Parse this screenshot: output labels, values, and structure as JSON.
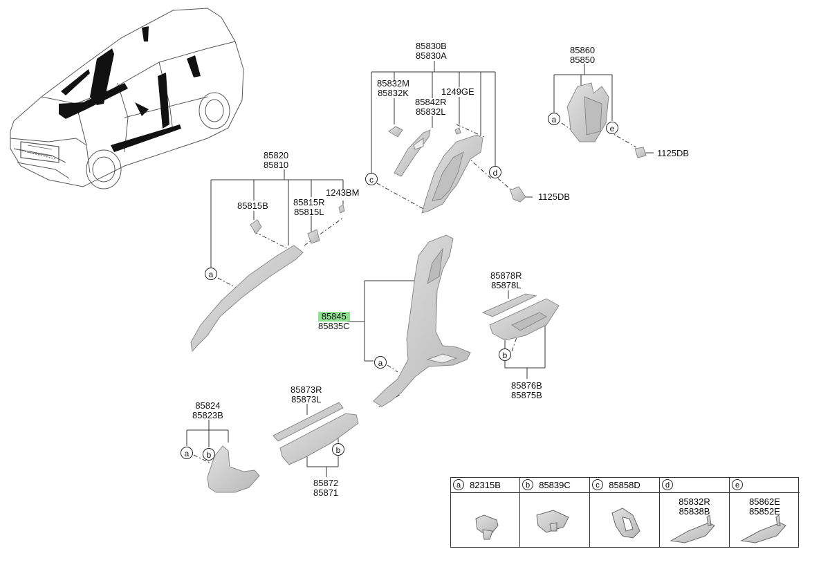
{
  "diagram": {
    "part_labels": {
      "p85830": [
        "85830B",
        "85830A"
      ],
      "p85832": [
        "85832M",
        "85832K"
      ],
      "p85842": [
        "85842R",
        "85832L"
      ],
      "p1249GE": "1249GE",
      "p85860": [
        "85860",
        "85850"
      ],
      "p1125DB_a": "1125DB",
      "p1125DB_b": "1125DB",
      "p85820": [
        "85820",
        "85810"
      ],
      "p85815B": "85815B",
      "p85815R": [
        "85815R",
        "85815L"
      ],
      "p1243BM": "1243BM",
      "p85845": "85845",
      "p85835C": "85835C",
      "p85878": [
        "85878R",
        "85878L"
      ],
      "p85876": [
        "85876B",
        "85875B"
      ],
      "p85873": [
        "85873R",
        "85873L"
      ],
      "p85824": [
        "85824",
        "85823B"
      ],
      "p85872": [
        "85872",
        "85871"
      ]
    },
    "callouts": {
      "c_a1": "a",
      "c_a2": "a",
      "c_a3": "a",
      "c_a4": "a",
      "c_b1": "b",
      "c_b2": "b",
      "c_b3": "b",
      "c_c1": "c",
      "c_d1": "d",
      "c_e1": "e"
    },
    "legend": [
      {
        "key": "a",
        "part": "82315B"
      },
      {
        "key": "b",
        "part": "85839C"
      },
      {
        "key": "c",
        "part": "85858D"
      },
      {
        "key": "d",
        "part": "85832R",
        "part2": "85838B"
      },
      {
        "key": "e",
        "part": "85862E",
        "part2": "85852E"
      }
    ],
    "colors": {
      "part_fill": "#d2d2d2",
      "part_stroke": "#8a8a8a",
      "highlight": "#8fe08f"
    }
  }
}
